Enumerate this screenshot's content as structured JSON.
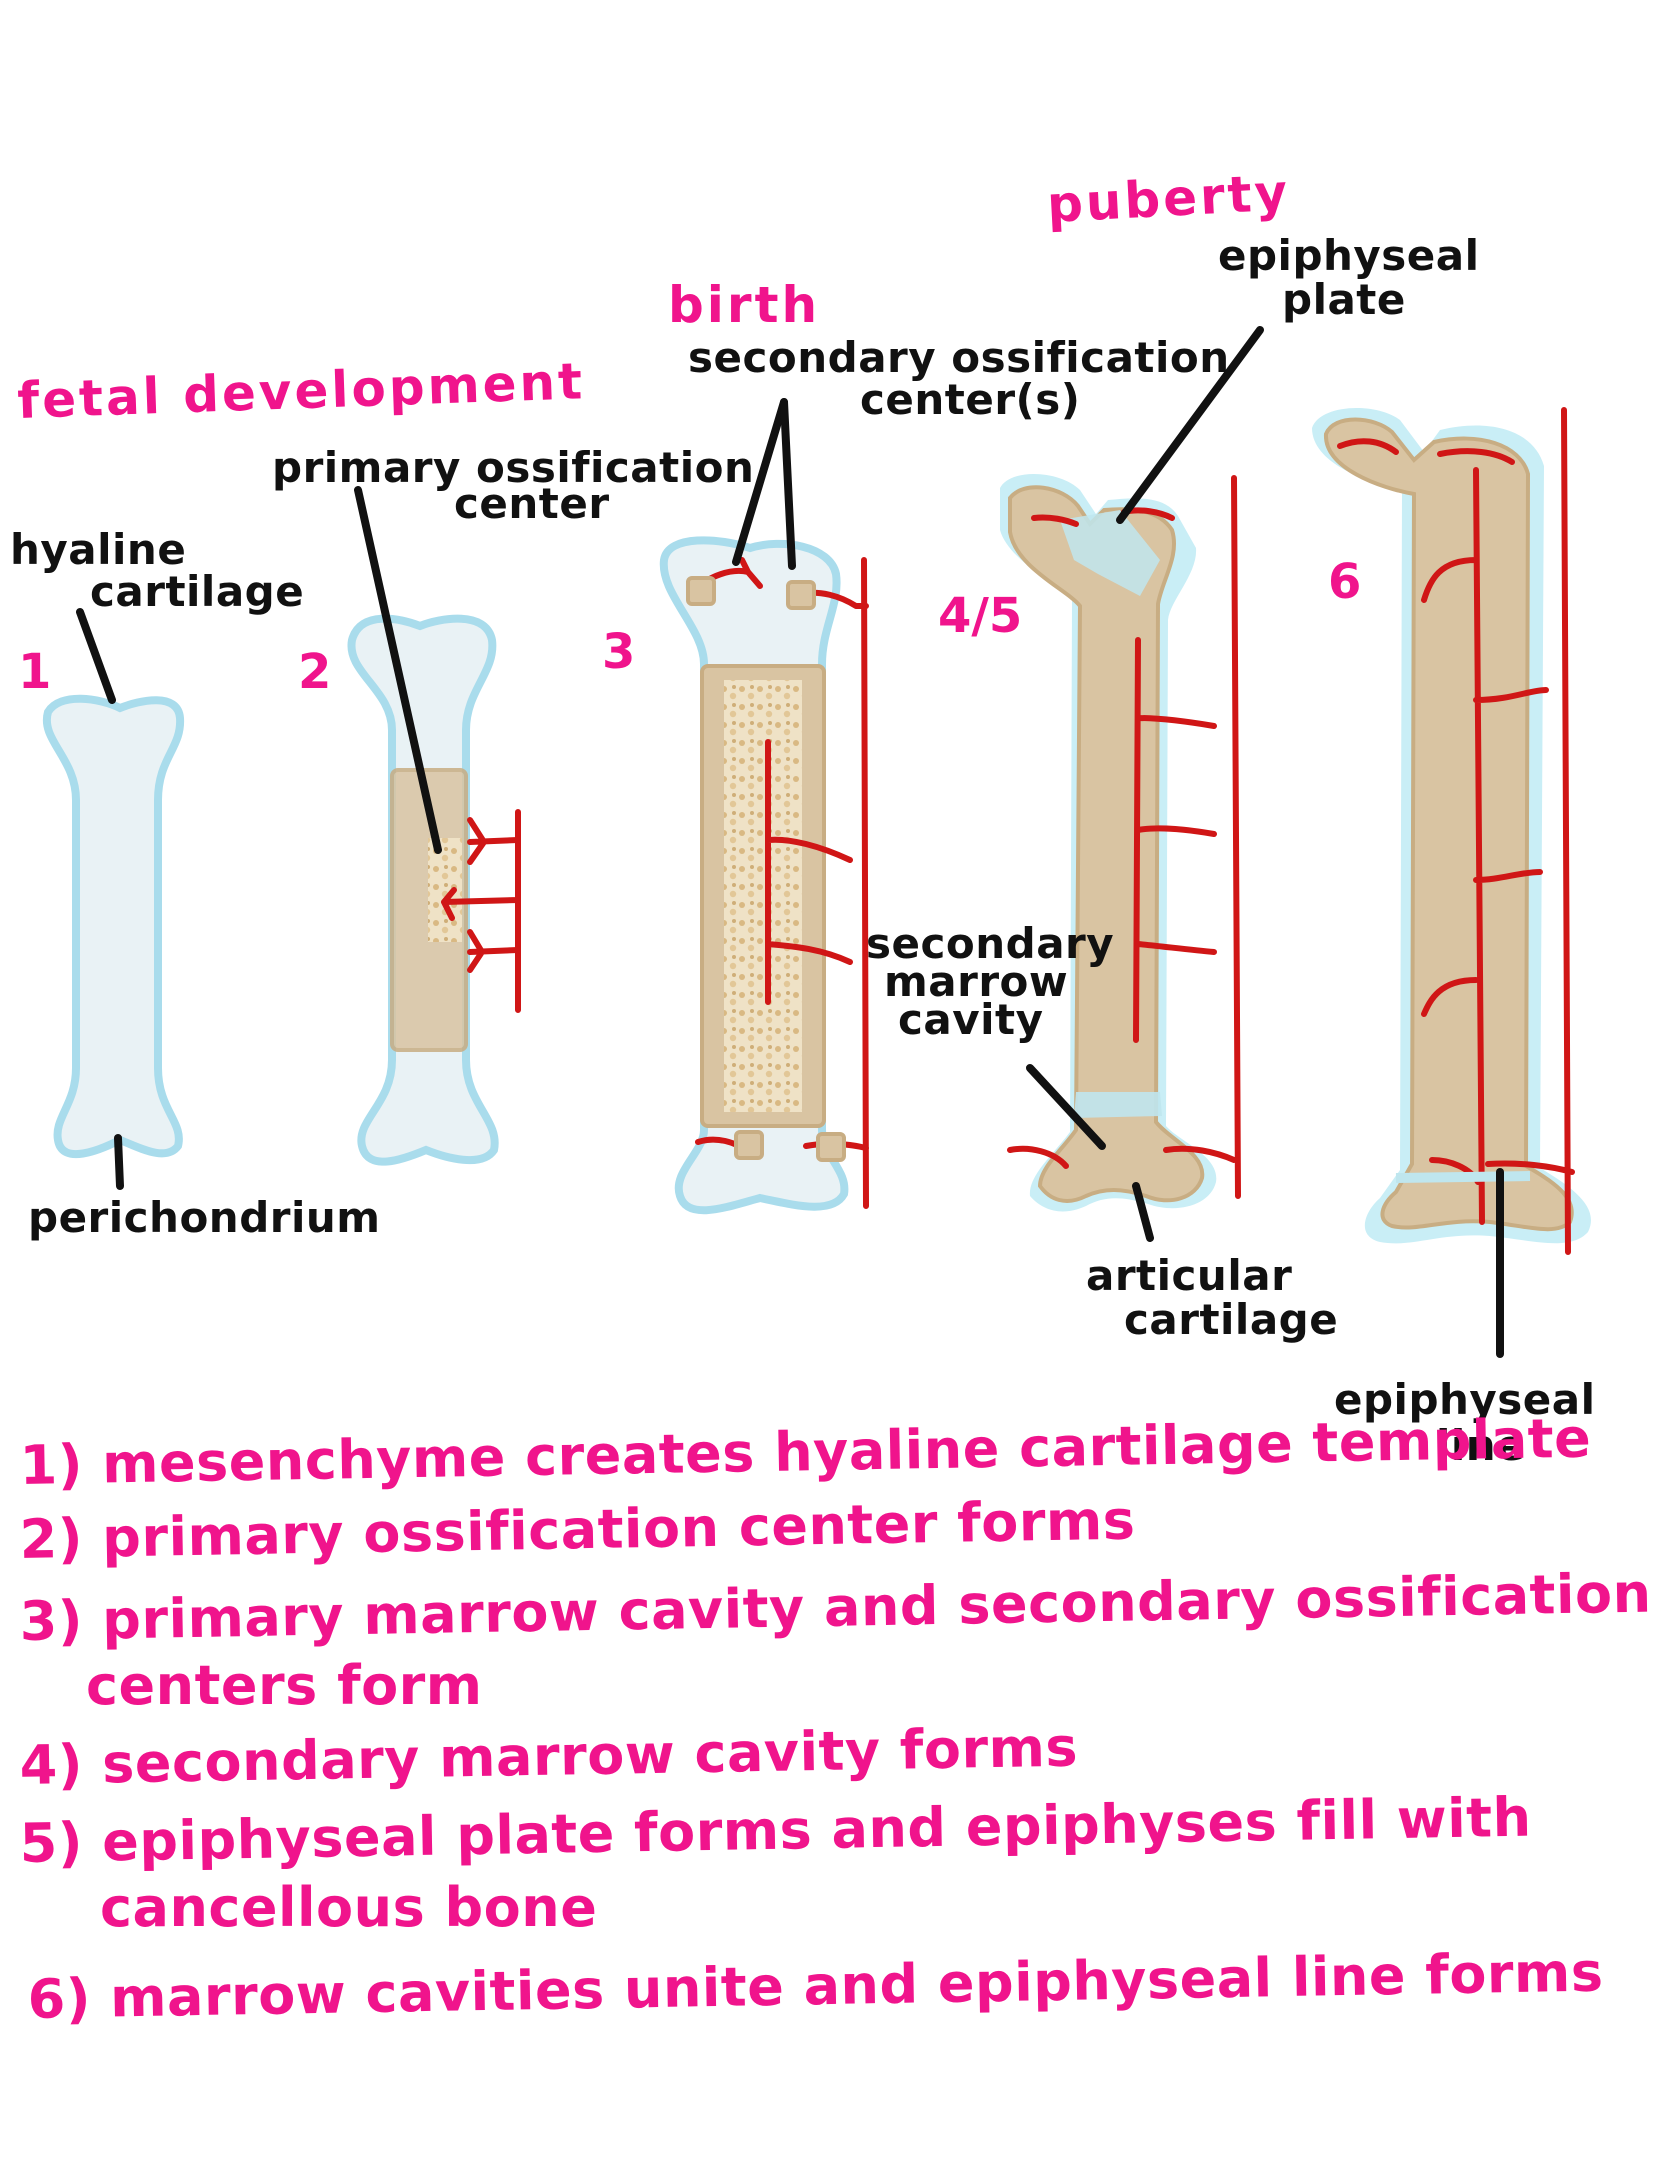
{
  "stages": {
    "fetal": "fetal development",
    "birth": "birth",
    "puberty": "puberty"
  },
  "numbers": {
    "n1": "1",
    "n2": "2",
    "n3": "3",
    "n45": "4/5",
    "n6": "6"
  },
  "labels": {
    "hyaline_cartilage": [
      "hyaline",
      "cartilage"
    ],
    "perichondrium": "perichondrium",
    "primary_ossification_center": [
      "primary ossification",
      "center"
    ],
    "secondary_ossification_centers": [
      "secondary ossification",
      "center(s)"
    ],
    "epiphyseal_plate": [
      "epiphyseal",
      "plate"
    ],
    "secondary_marrow_cavity": [
      "secondary",
      "marrow",
      "cavity"
    ],
    "articular_cartilage": [
      "articular",
      "cartilage"
    ],
    "epiphyseal_line": [
      "epiphyseal",
      "line"
    ]
  },
  "steps": [
    "1) mesenchyme creates hyaline cartilage template",
    "2) primary ossification center forms",
    "3) primary marrow cavity and secondary ossification",
    "centers form",
    "4) secondary marrow cavity forms",
    "5) epiphyseal plate forms and epiphyses fill with",
    "cancellous bone",
    "6) marrow cavities unite and epiphyseal line forms"
  ],
  "colors": {
    "heading": "#f0148c",
    "label": "#111111",
    "vessel": "#d01616",
    "cartilage_outline": "#a9dcec",
    "bone": "#d9c4a2"
  }
}
